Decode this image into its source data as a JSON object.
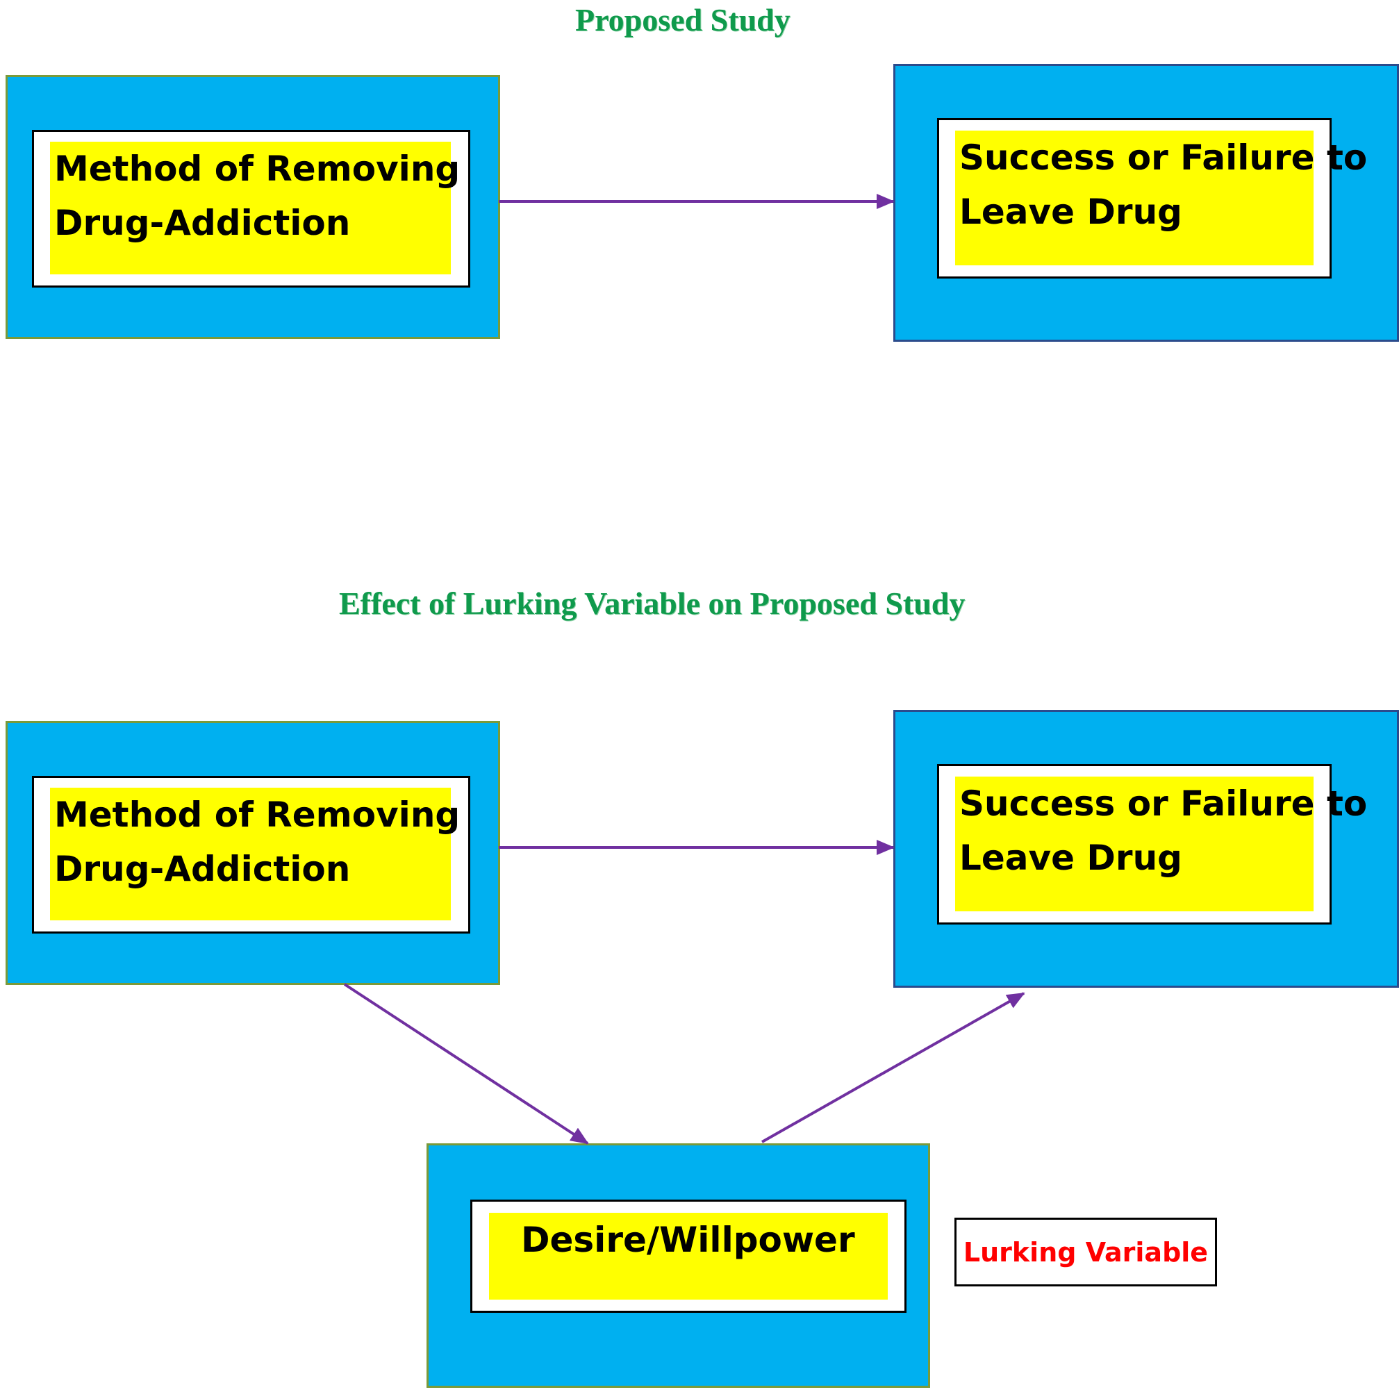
{
  "diagram_1": {
    "title": "Proposed Study",
    "cause_box": {
      "line1": "Method of Removing",
      "line2": "Drug-Addiction"
    },
    "effect_box": {
      "line1": "Success or Failure to",
      "line2": "Leave Drug"
    }
  },
  "diagram_2": {
    "title": "Effect of Lurking Variable on Proposed Study",
    "cause_box": {
      "line1": "Method of Removing",
      "line2": "Drug-Addiction"
    },
    "effect_box": {
      "line1": "Success or Failure to",
      "line2": "Leave Drug"
    },
    "lurking_box": {
      "label": "Desire/Willpower"
    },
    "lurking_label": "Lurking Variable"
  },
  "colors": {
    "title": "#0f9a4c",
    "outer_box": "#00b0f0",
    "highlight": "#ffff00",
    "arrow": "#7030a0",
    "lurking_label": "#ff0000"
  }
}
